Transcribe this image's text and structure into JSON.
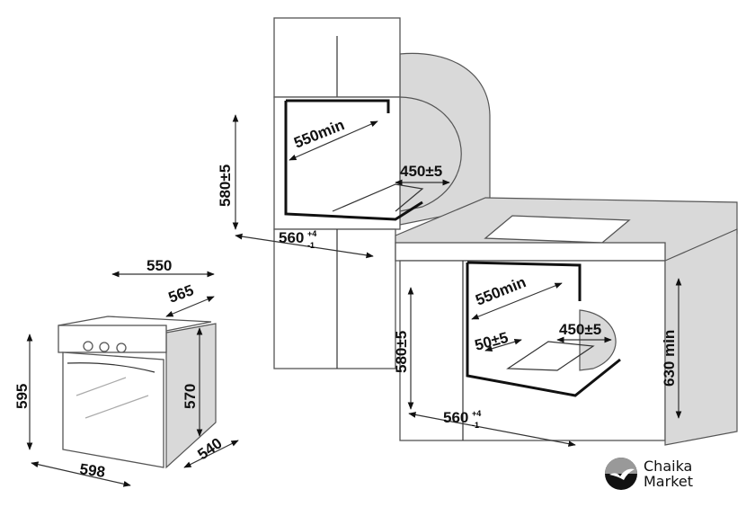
{
  "oven": {
    "width_top": "550",
    "depth_top": "565",
    "height": "595",
    "side_height": "570",
    "width": "598",
    "depth": "540"
  },
  "wall_install": {
    "depth": "550min",
    "opening": "450±5",
    "height": "580±5",
    "width": "560",
    "width_tol_plus": "+4",
    "width_tol_minus": "-1"
  },
  "base_install": {
    "depth": "550min",
    "opening": "450±5",
    "gap": "50±5",
    "height": "580±5",
    "width": "560",
    "width_tol_plus": "+4",
    "width_tol_minus": "-1",
    "counter_height": "630 min"
  },
  "logo": {
    "line1": "Chaika",
    "line2": "Market"
  }
}
